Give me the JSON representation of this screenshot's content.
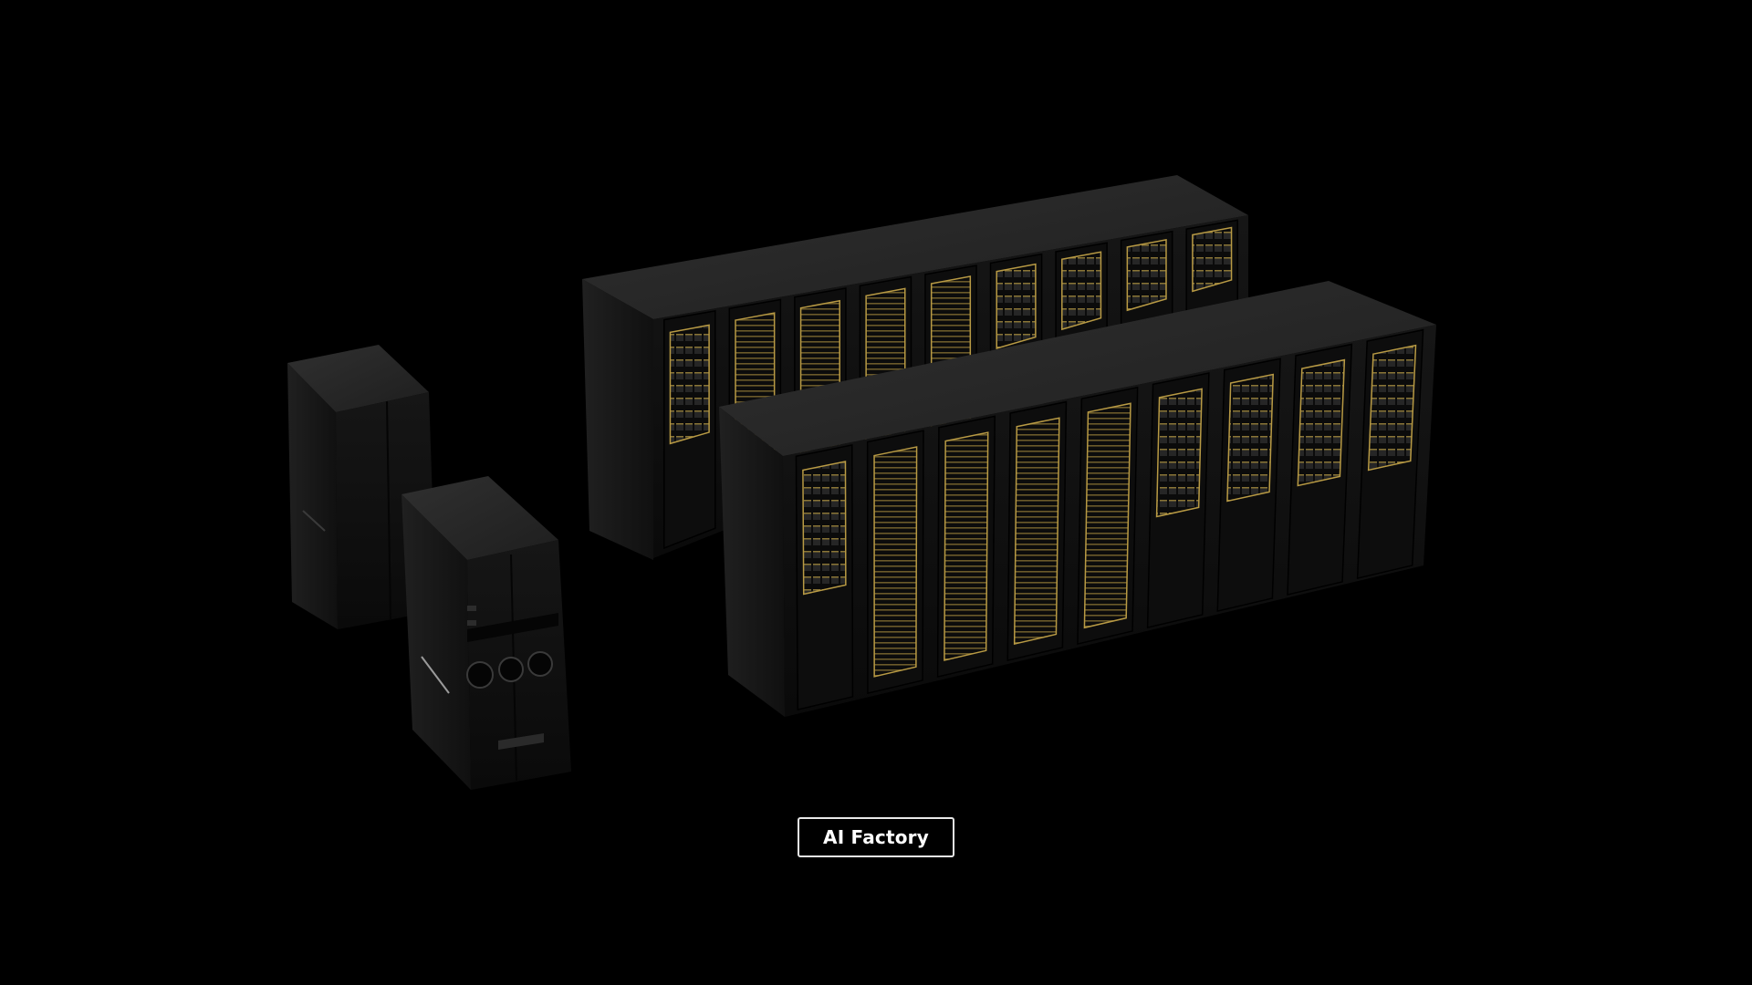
{
  "caption": {
    "label": "AI Factory"
  },
  "scene": {
    "objects": [
      "standalone-cabinet",
      "cooling-unit",
      "back-server-rack-row",
      "front-server-rack-row"
    ]
  },
  "colors": {
    "background": "#000000",
    "cabinet_top": "#2a2a2a",
    "cabinet_front": "#121212",
    "cabinet_side": "#1c1c1c",
    "gold_trim": "#c9a84a",
    "caption_border": "#e8e8e8",
    "caption_text": "#ffffff"
  }
}
